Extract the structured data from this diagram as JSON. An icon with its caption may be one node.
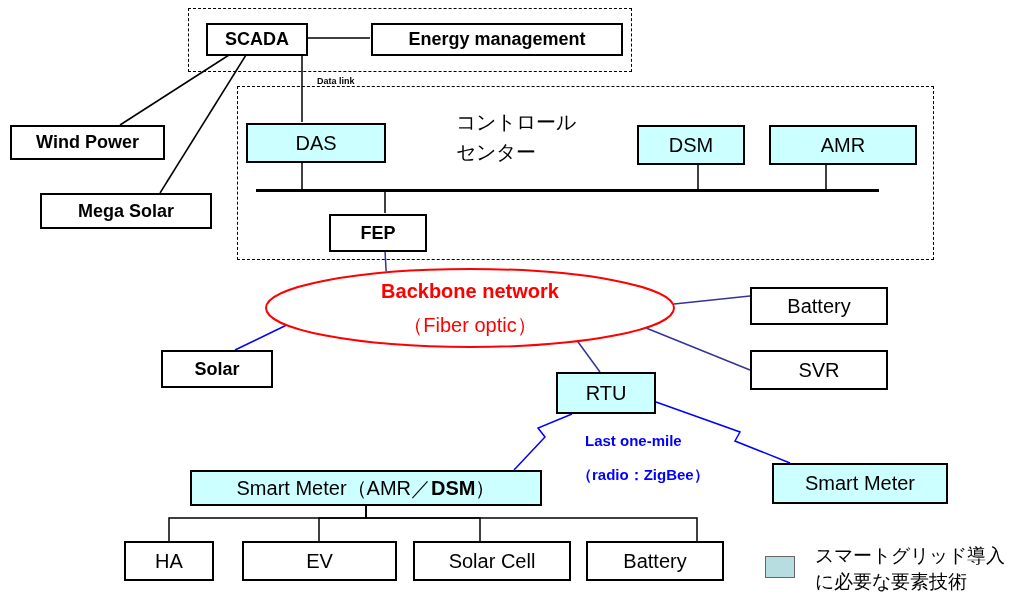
{
  "diagram": {
    "nodes": [
      {
        "text": [],
        "shape": "box"
      },
      {
        "text": [
          "SCADA"
        ],
        "in": 0
      },
      {
        "text": [
          "Energy management"
        ],
        "in": 0
      },
      {
        "text": [
          "Wind Power"
        ]
      },
      {
        "text": [
          "Mega Solar"
        ]
      },
      {
        "text": [
          "コントロールセンター"
        ]
      },
      {
        "text": [
          "DAS"
        ],
        "in": 5
      },
      {
        "text": [
          "DSM"
        ],
        "in": 5
      },
      {
        "text": [
          "AMR"
        ],
        "in": 5
      },
      {
        "text": [],
        "shape": "bar",
        "in": 5
      },
      {
        "text": [
          "FEP"
        ],
        "in": 5
      },
      {
        "text": [
          "Backbone network",
          "（Fiber optic）"
        ]
      },
      {
        "text": [
          "Battery"
        ]
      },
      {
        "text": [
          "Solar"
        ]
      },
      {
        "text": [
          "SVR"
        ]
      },
      {
        "text": [
          "RTU"
        ]
      },
      {
        "text": [
          "Smart Meter（AMR／**DSM**）"
        ]
      },
      {
        "text": [
          "Smart Meter"
        ]
      },
      {
        "text": [
          "HA"
        ]
      },
      {
        "text": [
          "EV"
        ]
      },
      {
        "text": [
          "Solar Cell"
        ]
      },
      {
        "text": [
          "Battery"
        ]
      }
    ],
    "edges": [
      {
        "from": 1,
        "to": 2,
        "arrow": "none"
      },
      {
        "from": 1,
        "to": 3,
        "arrow": "none"
      },
      {
        "from": 1,
        "to": 4,
        "arrow": "none"
      },
      {
        "from": 1,
        "to": 6,
        "arrow": "none",
        "label": "Data link"
      },
      {
        "from": 6,
        "to": 9,
        "arrow": "none"
      },
      {
        "from": 7,
        "to": 9,
        "arrow": "none"
      },
      {
        "from": 8,
        "to": 9,
        "arrow": "none"
      },
      {
        "from": 9,
        "to": 10,
        "arrow": "none"
      },
      {
        "from": 10,
        "to": 11,
        "arrow": "none",
        "color": "#333399"
      },
      {
        "from": 11,
        "to": 12,
        "arrow": "none",
        "color": "#333399"
      },
      {
        "from": 11,
        "to": 13,
        "arrow": "none",
        "color": "#0000ff"
      },
      {
        "from": 11,
        "to": 14,
        "arrow": "none",
        "color": "#333399"
      },
      {
        "from": 11,
        "to": 15,
        "arrow": "none",
        "color": "#333399"
      },
      {
        "from": 15,
        "to": 16,
        "arrow": "none",
        "color": "#0000ff"
      },
      {
        "from": 15,
        "to": 17,
        "arrow": "none",
        "color": "#0000ff"
      },
      {
        "from": 16,
        "to": 18,
        "arrow": "none"
      },
      {
        "from": 16,
        "to": 19,
        "arrow": "none"
      },
      {
        "from": 16,
        "to": 20,
        "arrow": "none"
      },
      {
        "from": 16,
        "to": 21,
        "arrow": "none"
      }
    ],
    "labels": [
      "Last one-mile",
      "（radio：ZigBee）"
    ],
    "legend": [
      {
        "text": "スマートグリッド導入に必要な要素技術",
        "color": "#b7dde0"
      }
    ]
  }
}
